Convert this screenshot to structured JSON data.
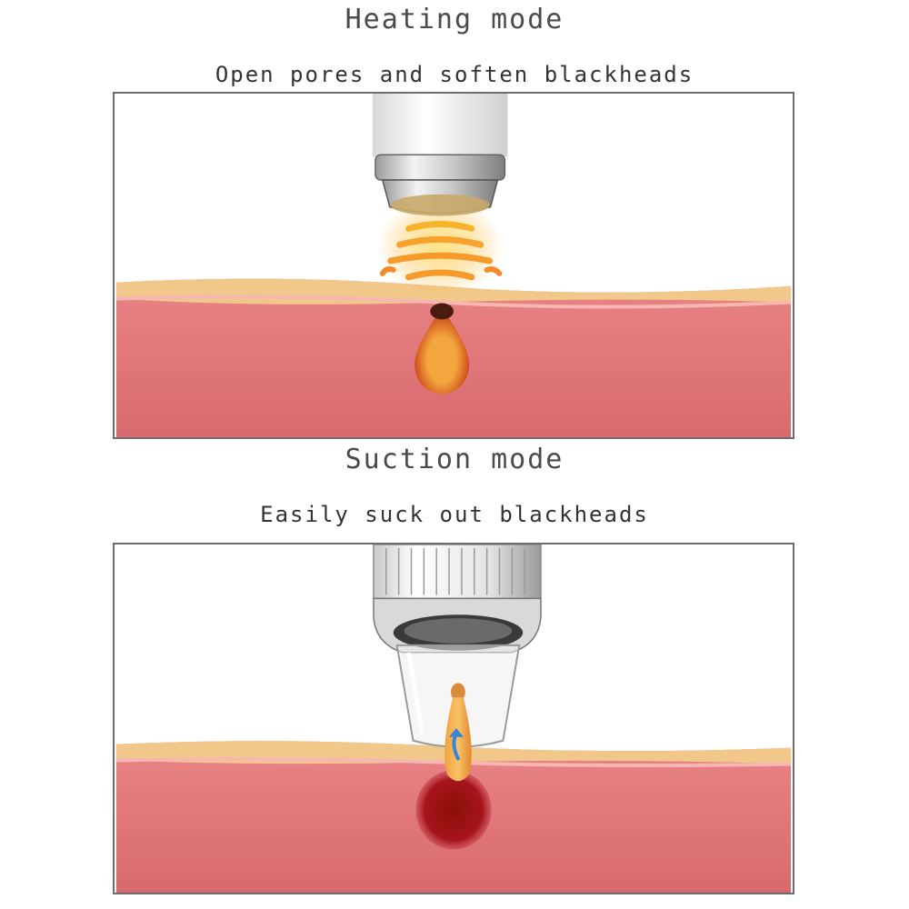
{
  "heating": {
    "title": "Heating mode",
    "subtitle": "Open pores and soften blackheads"
  },
  "suction": {
    "title": "Suction mode",
    "subtitle": "Easily suck out blackheads"
  },
  "colors": {
    "skin": "#e27a7e",
    "skin_surface": "#f1c88a",
    "blackhead_core": "#f2a63d",
    "blackhead_dark": "#6b1a12",
    "heat_waves": "#f7b32b",
    "border": "#6d6d6d",
    "text": "#4a4a4a"
  },
  "icons": {
    "heating_tool": "heating-probe-icon",
    "suction_tool": "suction-nozzle-icon",
    "arrow": "suction-arrow-icon"
  }
}
